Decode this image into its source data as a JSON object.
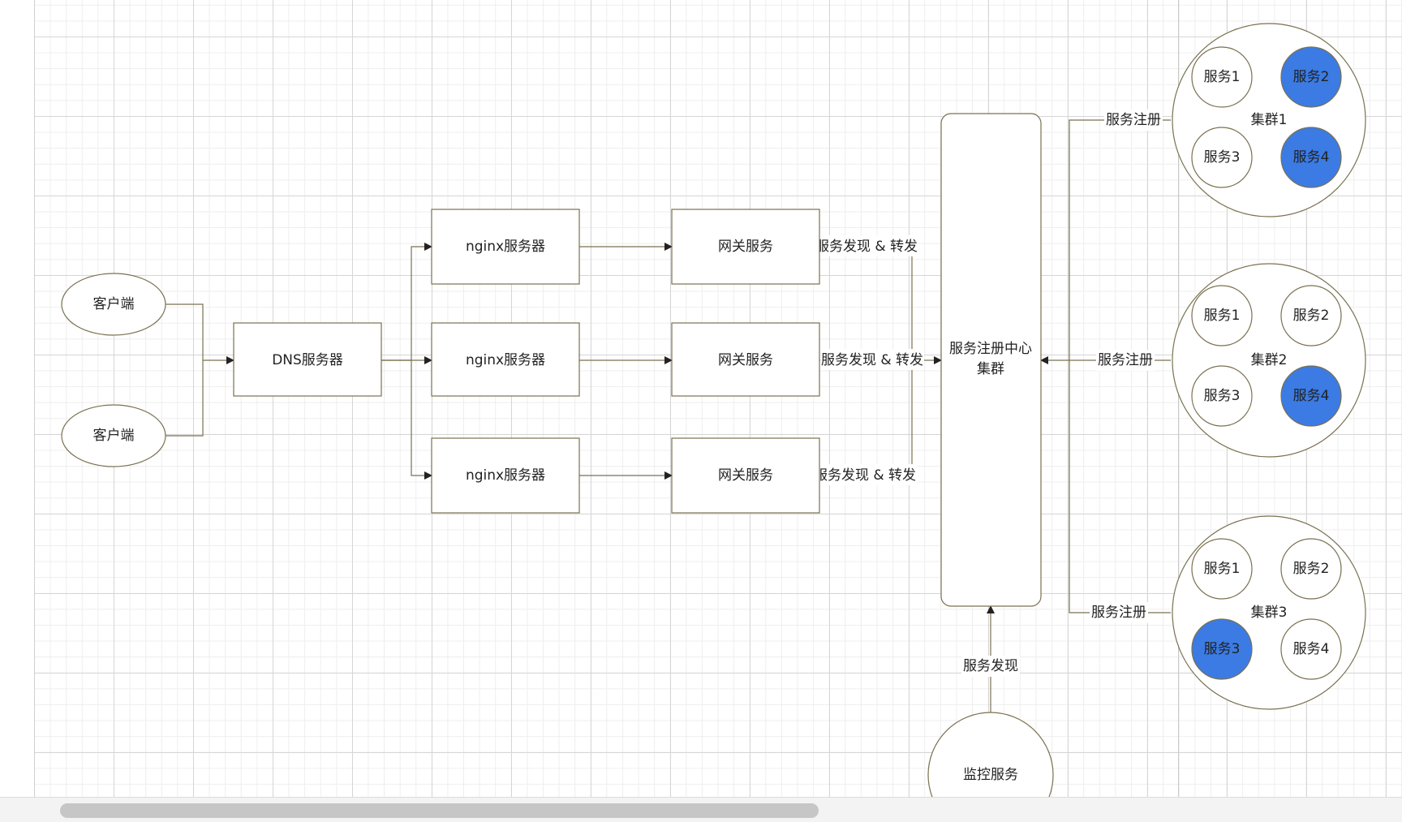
{
  "colors": {
    "node_stroke": "#7a7150",
    "edge": "#222222",
    "highlight_fill": "#3b7be3",
    "node_fill": "#ffffff"
  },
  "clients": [
    "客户端",
    "客户端"
  ],
  "dns": {
    "label": "DNS服务器"
  },
  "nginx": [
    "nginx服务器",
    "nginx服务器",
    "nginx服务器"
  ],
  "gateways": [
    "网关服务",
    "网关服务",
    "网关服务"
  ],
  "gateway_edges": [
    "服务发现 & 转发",
    "服务发现 & 转发",
    "服务发现 & 转发"
  ],
  "registry": {
    "line1": "服务注册中心",
    "line2": "集群"
  },
  "register_edges": [
    "服务注册",
    "服务注册",
    "服务注册"
  ],
  "clusters": [
    {
      "label": "集群1",
      "services": [
        {
          "label": "服务1",
          "highlighted": false
        },
        {
          "label": "服务2",
          "highlighted": true
        },
        {
          "label": "服务3",
          "highlighted": false
        },
        {
          "label": "服务4",
          "highlighted": true
        }
      ]
    },
    {
      "label": "集群2",
      "services": [
        {
          "label": "服务1",
          "highlighted": false
        },
        {
          "label": "服务2",
          "highlighted": false
        },
        {
          "label": "服务3",
          "highlighted": false
        },
        {
          "label": "服务4",
          "highlighted": true
        }
      ]
    },
    {
      "label": "集群3",
      "services": [
        {
          "label": "服务1",
          "highlighted": false
        },
        {
          "label": "服务2",
          "highlighted": false
        },
        {
          "label": "服务3",
          "highlighted": true
        },
        {
          "label": "服务4",
          "highlighted": false
        }
      ]
    }
  ],
  "monitor": {
    "label": "监控服务",
    "edge_label": "服务发现"
  }
}
